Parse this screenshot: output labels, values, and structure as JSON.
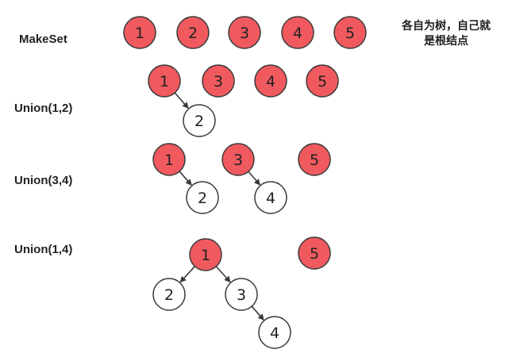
{
  "colors": {
    "root_fill": "#f05a5f",
    "child_fill": "#ffffff",
    "stroke": "#3a3a3a",
    "text": "#222222"
  },
  "note": {
    "line1": "各自为树，自己就",
    "line2": "是根结点"
  },
  "sections": [
    {
      "label": "MakeSet",
      "nodes": [
        {
          "id": "1",
          "role": "root"
        },
        {
          "id": "2",
          "role": "root"
        },
        {
          "id": "3",
          "role": "root"
        },
        {
          "id": "4",
          "role": "root"
        },
        {
          "id": "5",
          "role": "root"
        }
      ],
      "edges": []
    },
    {
      "label": "Union(1,2)",
      "nodes": [
        {
          "id": "1",
          "role": "root"
        },
        {
          "id": "3",
          "role": "root"
        },
        {
          "id": "4",
          "role": "root"
        },
        {
          "id": "5",
          "role": "root"
        },
        {
          "id": "2",
          "role": "child"
        }
      ],
      "edges": [
        [
          "1",
          "2"
        ]
      ]
    },
    {
      "label": "Union(3,4)",
      "nodes": [
        {
          "id": "1",
          "role": "root"
        },
        {
          "id": "3",
          "role": "root"
        },
        {
          "id": "5",
          "role": "root"
        },
        {
          "id": "2",
          "role": "child"
        },
        {
          "id": "4",
          "role": "child"
        }
      ],
      "edges": [
        [
          "1",
          "2"
        ],
        [
          "3",
          "4"
        ]
      ]
    },
    {
      "label": "Union(1,4)",
      "nodes": [
        {
          "id": "1",
          "role": "root"
        },
        {
          "id": "5",
          "role": "root"
        },
        {
          "id": "2",
          "role": "child"
        },
        {
          "id": "3",
          "role": "child"
        },
        {
          "id": "4",
          "role": "child"
        }
      ],
      "edges": [
        [
          "1",
          "2"
        ],
        [
          "1",
          "3"
        ],
        [
          "3",
          "4"
        ]
      ]
    }
  ]
}
